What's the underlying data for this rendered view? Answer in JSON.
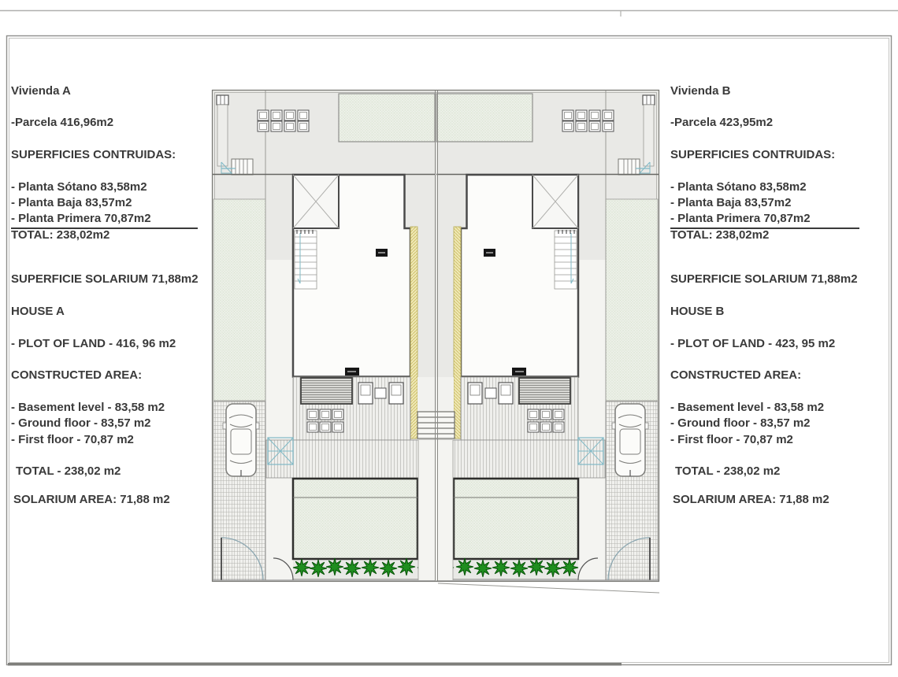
{
  "panel_a": {
    "title": "Vivienda A",
    "parcela": "-Parcela 416,96m2",
    "superficies_heading": "SUPERFICIES CONTRUIDAS:",
    "planta_sotano": "- Planta Sótano 83,58m2",
    "planta_baja": "- Planta Baja 83,57m2",
    "planta_primera": "- Planta Primera 70,87m2",
    "total": "TOTAL: 238,02m2",
    "solarium": "SUPERFICIE SOLARIUM 71,88m2",
    "house_heading": "HOUSE A",
    "plot_of_land": "- PLOT OF LAND - 416, 96 m2",
    "constructed_heading": "CONSTRUCTED AREA:",
    "basement": "- Basement level - 83,58 m2",
    "ground_floor": "- Ground floor - 83,57 m2",
    "first_floor": "- First floor - 70,87 m2",
    "total_en": "TOTAL - 238,02 m2",
    "solarium_en": "SOLARIUM AREA: 71,88 m2"
  },
  "panel_b": {
    "title": "Vivienda B",
    "parcela": "-Parcela 423,95m2",
    "superficies_heading": "SUPERFICIES CONTRUIDAS:",
    "planta_sotano": "- Planta Sótano 83,58m2",
    "planta_baja": "- Planta Baja 83,57m2",
    "planta_primera": "- Planta Primera 70,87m2",
    "total": "TOTAL: 238,02m2",
    "solarium": "SUPERFICIE SOLARIUM 71,88m2",
    "house_heading": "HOUSE B",
    "plot_of_land": "- PLOT OF LAND - 423, 95 m2",
    "constructed_heading": "CONSTRUCTED AREA:",
    "basement": "- Basement level - 83,58 m2",
    "ground_floor": "- Ground floor - 83,57 m2",
    "first_floor": "- First floor - 70,87 m2",
    "total_en": "TOTAL - 238,02 m2",
    "solarium_en": "SOLARIUM AREA: 71,88 m2"
  },
  "plan": {
    "description": "Site plan of two mirrored semi-detached houses with solarium, pools, driveways and parked cars",
    "colors": {
      "wall": "#4a4a4a",
      "site_background": "#e9e9e6",
      "hedge_green": "#1f8e1f",
      "party_wall_yellow": "#efe8b6",
      "lawn_hatch": "#eef1ea",
      "gate_cyan": "#7fb9c6",
      "text": "#3a3a3a"
    }
  }
}
